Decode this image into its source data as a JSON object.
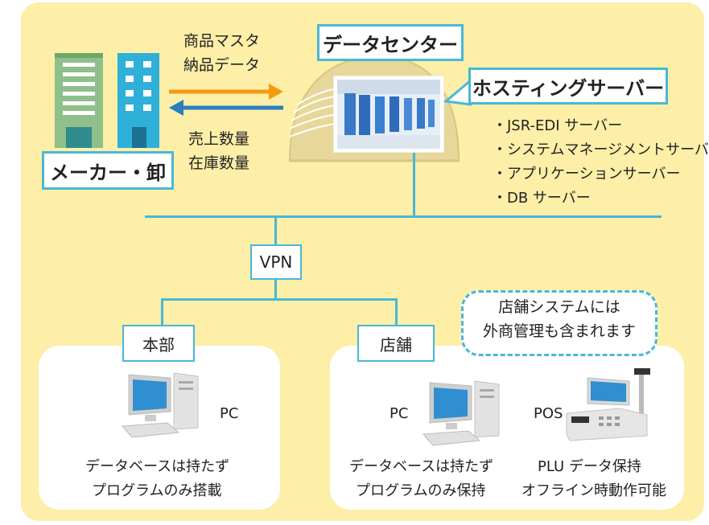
{
  "manufacturer": {
    "label": "メーカー・卸"
  },
  "flows": {
    "outbound": [
      "商品マスタ",
      "納品データ"
    ],
    "inbound": [
      "売上数量",
      "在庫数量"
    ]
  },
  "datacenter": {
    "label": "データセンター"
  },
  "hosting": {
    "label": "ホスティングサーバー",
    "servers": [
      "・JSR-EDI サーバー",
      "・システムマネージメントサーバー",
      "・アプリケーションサーバー",
      "・DB サーバー"
    ]
  },
  "network": {
    "vpn_label": "VPN"
  },
  "headquarters": {
    "label": "本部",
    "device": "PC",
    "desc": [
      "データベースは持たず",
      "プログラムのみ搭載"
    ]
  },
  "store": {
    "label": "店舗",
    "note": [
      "店舗システムには",
      "外商管理も含まれます"
    ],
    "pc": {
      "device": "PC",
      "desc": [
        "データベースは持たず",
        "プログラムのみ保持"
      ]
    },
    "pos": {
      "device": "POS",
      "desc": [
        "PLU データ保持",
        "オフライン時動作可能"
      ]
    }
  },
  "colors": {
    "background": "#fdeea8",
    "accent": "#4ab7d6",
    "arrow_out": "#f39c12",
    "arrow_in": "#2a7fc0"
  }
}
